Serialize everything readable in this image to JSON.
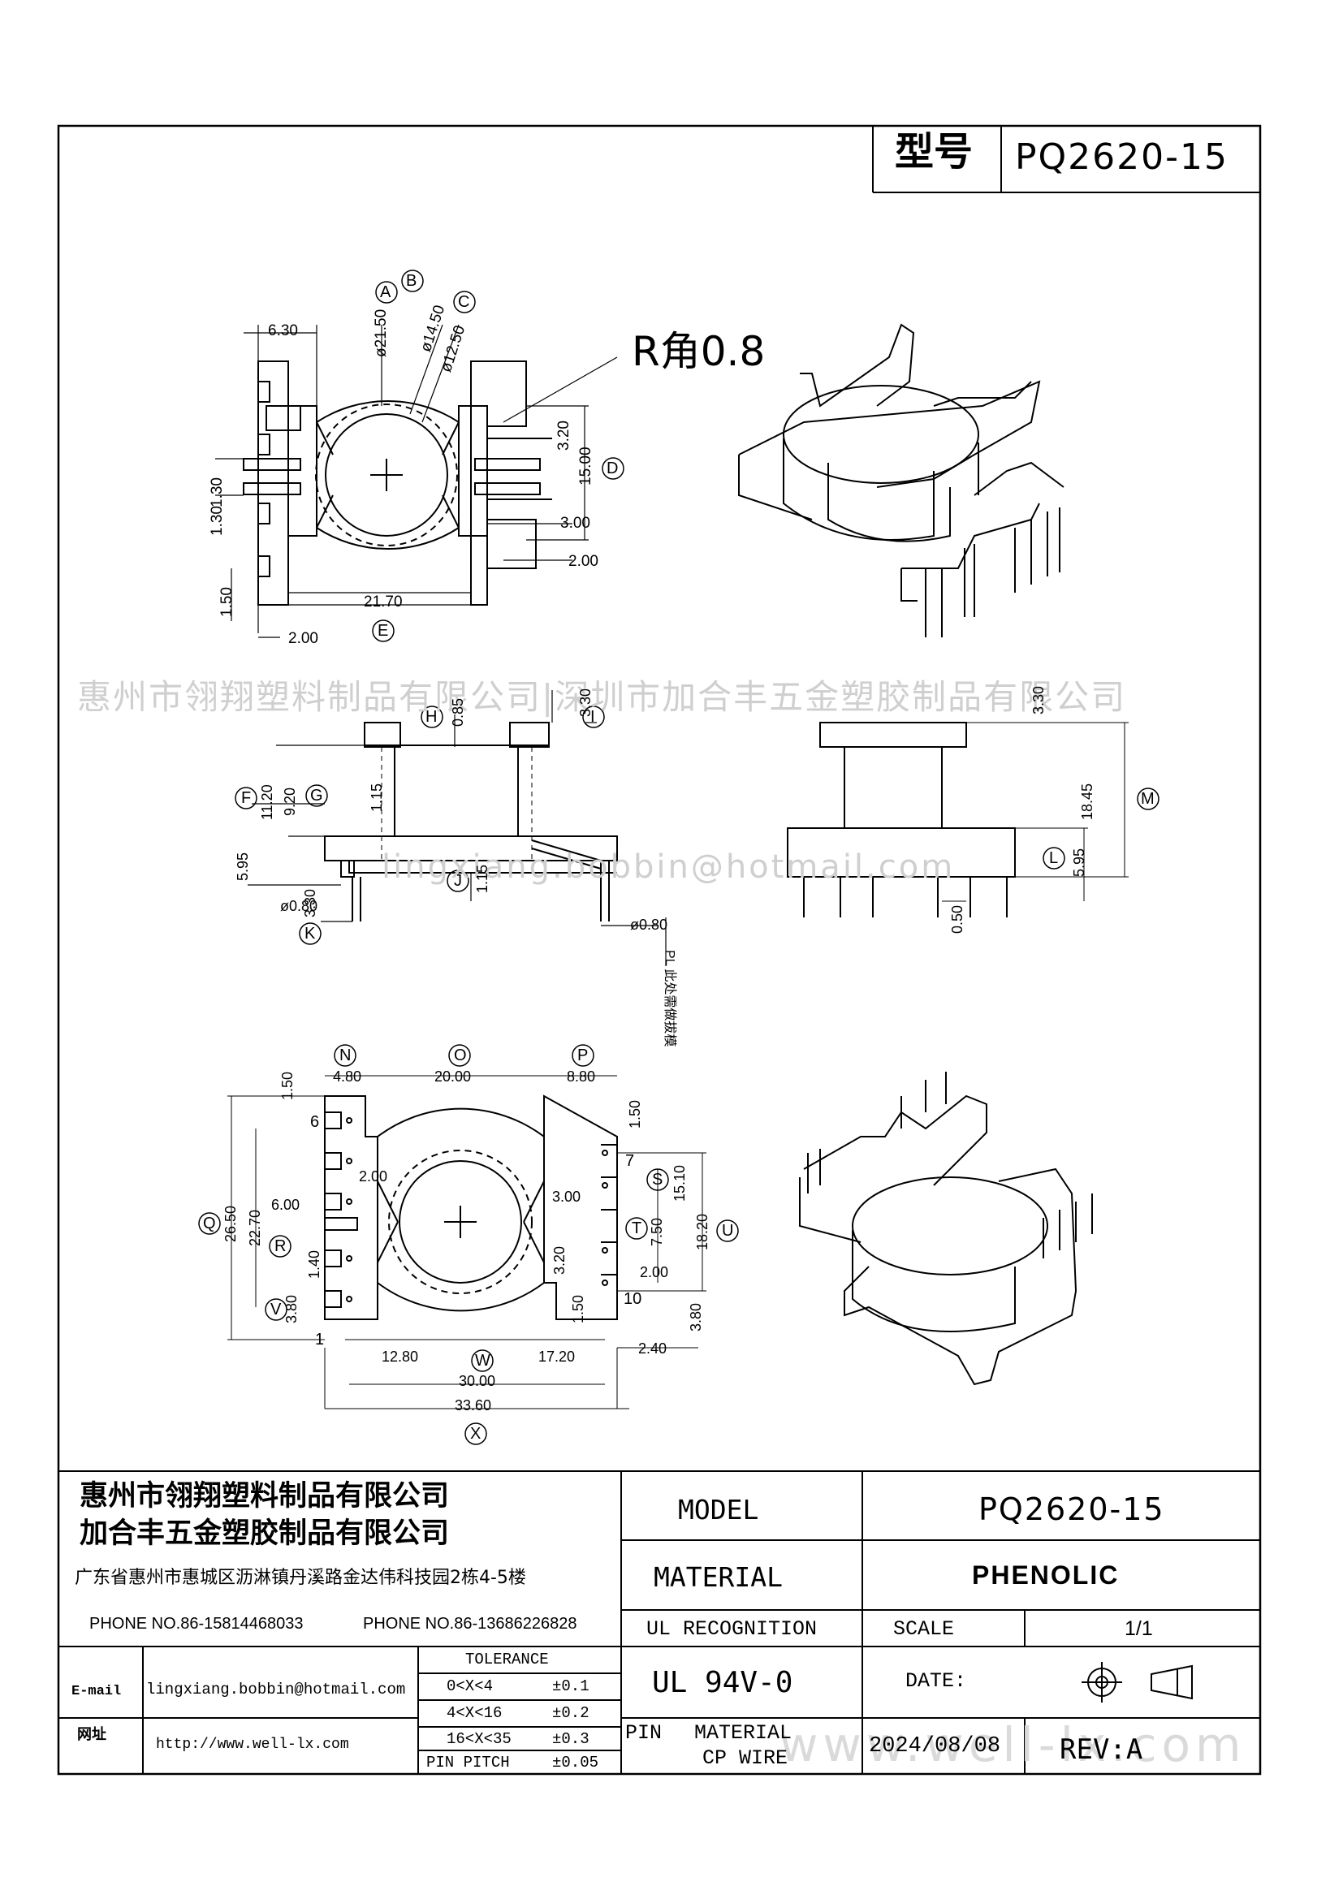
{
  "header": {
    "label": "型号",
    "model": "PQ2620-15"
  },
  "notes": {
    "radius": "R角0.8",
    "pl_note": "PL 此处需做拔模"
  },
  "watermark": {
    "line1": "惠州市翎翔塑料制品有限公司|深圳市加合丰五金塑胶制品有限公司",
    "line2": "lingxiang.bobbin@hotmail.com",
    "line3": "www.well-lx.com"
  },
  "top_view": {
    "dims": [
      "6.30",
      "ø21.50",
      "ø14.50",
      "ø12.50",
      "3.20",
      "15.00",
      "3.00",
      "2.00",
      "1.30",
      "1.30",
      "1.50",
      "21.70",
      "2.00"
    ],
    "markers": [
      "A",
      "B",
      "C",
      "D",
      "E"
    ]
  },
  "front_view": {
    "dims": [
      "0.85",
      "3.30",
      "11.20",
      "9.20",
      "1.15",
      "5.95",
      "1.15",
      "3.30",
      "ø0.80",
      "ø0.80"
    ],
    "markers": [
      "H",
      "I",
      "F",
      "G",
      "J",
      "K"
    ]
  },
  "side_view": {
    "dims": [
      "3.30",
      "18.45",
      "5.95",
      "0.50"
    ],
    "markers": [
      "M",
      "L"
    ]
  },
  "bottom_view": {
    "dims": [
      "4.80",
      "20.00",
      "8.80",
      "1.50",
      "26.50",
      "22.70",
      "6.00",
      "2.00",
      "1.40",
      "3.80",
      "1.50",
      "15.10",
      "18.20",
      "3.00",
      "7.50",
      "3.20",
      "2.00",
      "1.50",
      "3.80",
      "12.80",
      "17.20",
      "2.40",
      "30.00",
      "33.60"
    ],
    "markers": [
      "N",
      "O",
      "P",
      "Q",
      "R",
      "V",
      "S",
      "T",
      "U",
      "W",
      "X"
    ],
    "pins": [
      "6",
      "1",
      "7",
      "10"
    ]
  },
  "company": {
    "name1": "惠州市翎翔塑料制品有限公司",
    "name2": "加合丰五金塑胶制品有限公司",
    "address": "广东省惠州市惠城区沥淋镇丹溪路金达伟科技园2栋4-5楼",
    "phone1": "PHONE NO.86-15814468033",
    "phone2": "PHONE NO.86-13686226828"
  },
  "contact": {
    "email_label": "E-mail",
    "email": "lingxiang.bobbin@hotmail.com",
    "web_label": "网址",
    "web": "http://www.well-lx.com"
  },
  "tolerance": {
    "title": "TOLERANCE",
    "rows": [
      [
        "0<X<4",
        "±0.1"
      ],
      [
        "4<X<16",
        "±0.2"
      ],
      [
        "16<X<35",
        "±0.3"
      ],
      [
        "PIN PITCH",
        "±0.05"
      ]
    ]
  },
  "titleblock": {
    "model_label": "MODEL",
    "model_value": "PQ2620-15",
    "material_label": "MATERIAL",
    "material_value": "PHENOLIC",
    "ul_label": "UL RECOGNITION",
    "scale_label": "SCALE",
    "scale_value": "1/1",
    "ul_value": "UL 94V-0",
    "date_label": "DATE:",
    "pin_label": "PIN",
    "pin_material_label": "MATERIAL",
    "pin_material_value": "CP WIRE",
    "date_value": "2024/08/08",
    "rev": "REV:A"
  }
}
